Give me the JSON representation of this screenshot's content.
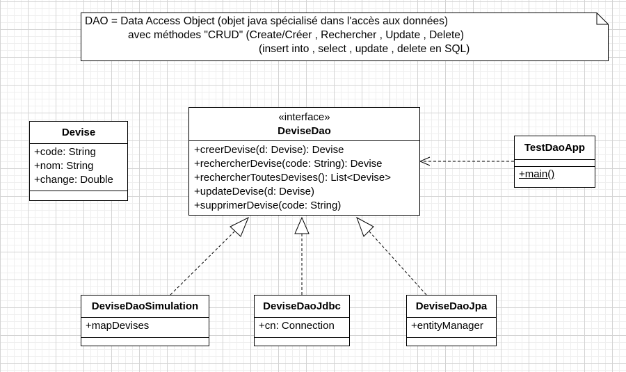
{
  "note": {
    "lines": [
      "DAO = Data Access Object (objet java spécialisé dans l'accès aux données)",
      "avec méthodes \"CRUD\" (Create/Créer , Rechercher , Update , Delete)",
      "(insert into , select , update , delete en SQL)"
    ]
  },
  "classes": {
    "devise": {
      "name": "Devise",
      "attributes": [
        "+code: String",
        "+nom: String",
        "+change: Double"
      ]
    },
    "devise_dao": {
      "stereotype": "«interface»",
      "name": "DeviseDao",
      "operations": [
        "+creerDevise(d: Devise): Devise",
        "+rechercherDevise(code: String): Devise",
        "+rechercherToutesDevises(): List<Devise>",
        "+updateDevise(d: Devise)",
        "+supprimerDevise(code: String)"
      ]
    },
    "test_dao_app": {
      "name": "TestDaoApp",
      "operations": [
        "+main()"
      ]
    },
    "devise_dao_simulation": {
      "name": "DeviseDaoSimulation",
      "attributes": [
        "+mapDevises"
      ]
    },
    "devise_dao_jdbc": {
      "name": "DeviseDaoJdbc",
      "attributes": [
        "+cn: Connection"
      ]
    },
    "devise_dao_jpa": {
      "name": "DeviseDaoJpa",
      "attributes": [
        "+entityManager"
      ]
    }
  },
  "relations": [
    {
      "from": "DeviseDaoSimulation",
      "to": "DeviseDao",
      "type": "realization"
    },
    {
      "from": "DeviseDaoJdbc",
      "to": "DeviseDao",
      "type": "realization"
    },
    {
      "from": "DeviseDaoJpa",
      "to": "DeviseDao",
      "type": "realization"
    },
    {
      "from": "TestDaoApp",
      "to": "DeviseDao",
      "type": "dependency"
    }
  ]
}
